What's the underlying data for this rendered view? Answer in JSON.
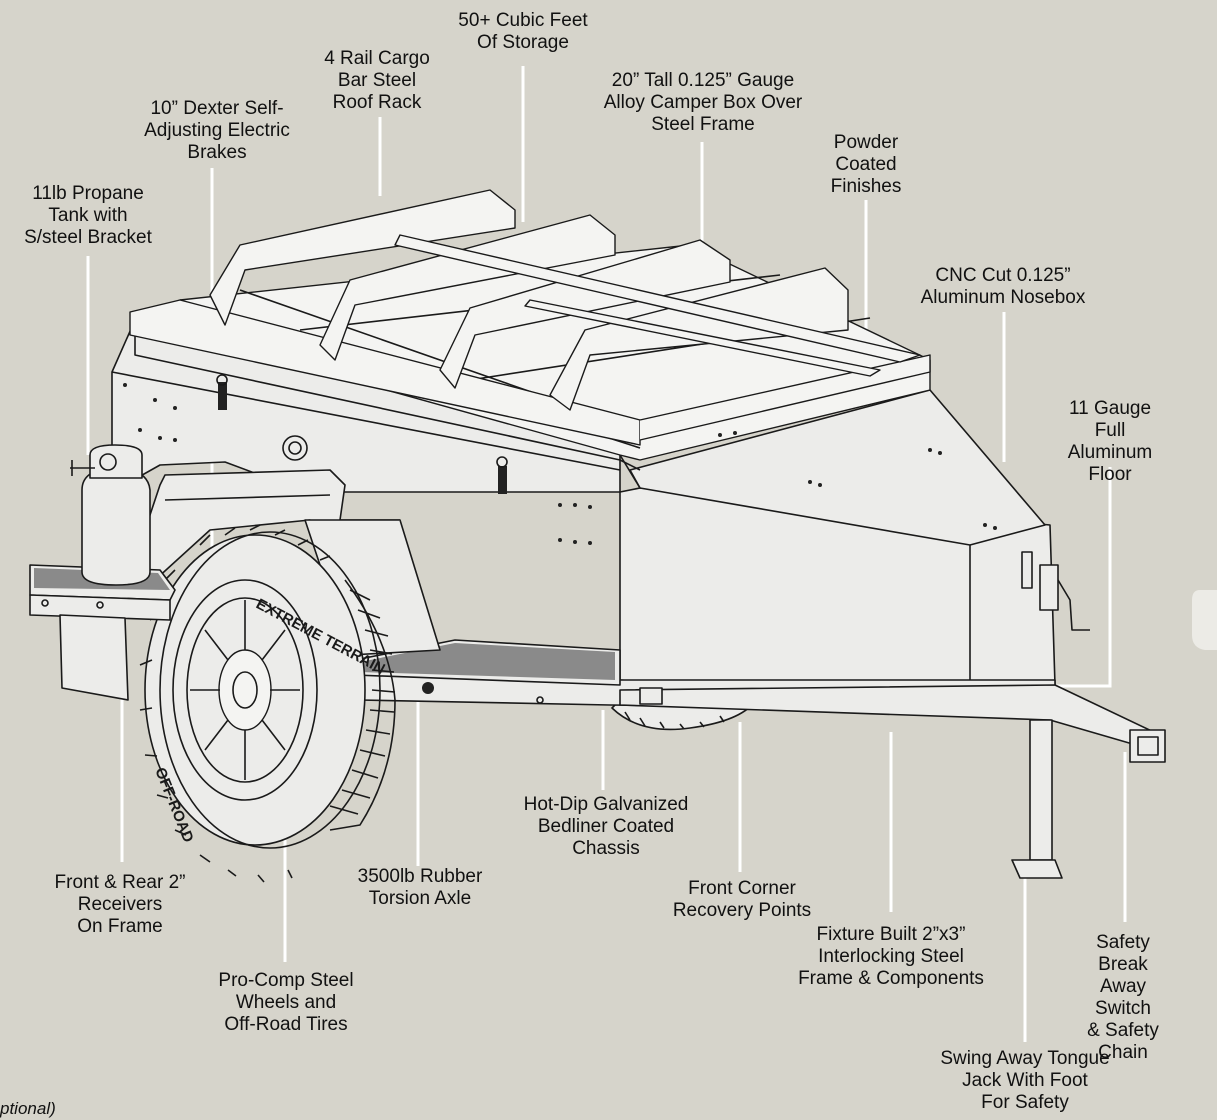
{
  "labels": {
    "storage": "50+ Cubic Feet\nOf Storage",
    "roof_rack": "4 Rail Cargo\nBar Steel\nRoof Rack",
    "brakes": "10” Dexter Self-\nAdjusting Electric\nBrakes",
    "camper_box": "20” Tall 0.125” Gauge\nAlloy Camper Box Over\nSteel Frame",
    "powder": "Powder\nCoated\nFinishes",
    "propane": "11lb Propane\nTank with\nS/steel Bracket",
    "nosebox": "CNC Cut 0.125”\nAluminum Nosebox",
    "floor": "11 Gauge Full\nAluminum\nFloor",
    "galvanized": "Hot-Dip Galvanized\nBedliner Coated\nChassis",
    "receivers": "Front & Rear 2”\nReceivers\nOn Frame",
    "axle": "3500lb Rubber\nTorsion Axle",
    "recovery": "Front Corner\nRecovery Points",
    "fixture": "Fixture Built 2”x3”\nInterlocking Steel\nFrame & Components",
    "safety_break": "Safety Break\nAway Switch\n& Safety Chain",
    "wheels": "Pro-Comp Steel\nWheels and\nOff-Road Tires",
    "tongue_jack": "Swing Away Tongue\nJack With Foot\nFor Safety",
    "optional": "ptional)"
  },
  "tire_text": {
    "brand_top": "EXTREME TERRAIN",
    "brand_bottom": "OFF-ROAD"
  },
  "colors": {
    "background": "#d6d4cb",
    "leader_lines": "#ffffff",
    "outline": "#1a1a1a"
  }
}
